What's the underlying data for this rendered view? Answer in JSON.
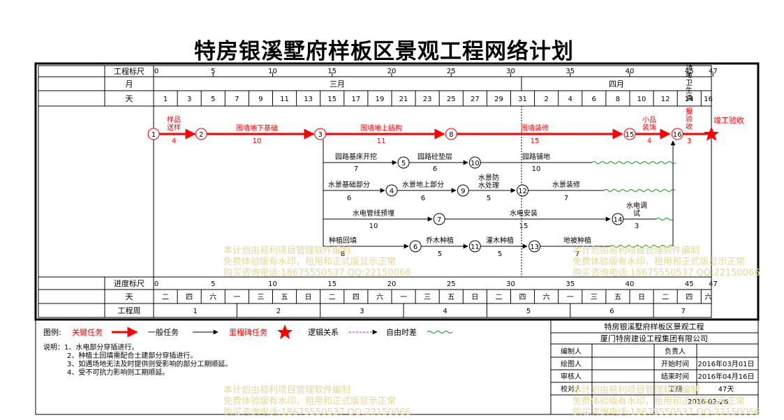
{
  "title": "特房银溪墅府样板区景观工程网络计划",
  "scale": {
    "row_labels": {
      "scale": "工程标尺",
      "month": "月",
      "day": "天",
      "progress": "进度标尺",
      "weekday": "天",
      "week": "工程周"
    },
    "ticks": [
      "0",
      "5",
      "10",
      "15",
      "20",
      "25",
      "30",
      "35",
      "40",
      "45",
      "47"
    ],
    "months": [
      "三月",
      "四月"
    ],
    "days": [
      "1",
      "3",
      "5",
      "7",
      "9",
      "11",
      "13",
      "15",
      "17",
      "19",
      "21",
      "23",
      "25",
      "27",
      "29",
      "31",
      "2",
      "4",
      "6",
      "8",
      "10",
      "12",
      "14",
      "16"
    ],
    "weekdays": [
      "二",
      "四",
      "六",
      "一",
      "三",
      "五",
      "日",
      "二",
      "四",
      "六",
      "一",
      "三",
      "五",
      "日",
      "二",
      "四",
      "六",
      "一",
      "三",
      "五",
      "日",
      "二",
      "四",
      "六"
    ],
    "weeks": [
      "1",
      "2",
      "3",
      "4",
      "5",
      "6",
      "7"
    ]
  },
  "nodes": [
    "1",
    "2",
    "3",
    "4",
    "5",
    "6",
    "7",
    "8",
    "9",
    "10",
    "11",
    "12",
    "13",
    "14",
    "15",
    "16"
  ],
  "tasks": [
    {
      "name": "样品送样",
      "dur": "4",
      "critical": true
    },
    {
      "name": "围墙地下基础",
      "dur": "10",
      "critical": true
    },
    {
      "name": "围墙地上结构",
      "dur": "11",
      "critical": true
    },
    {
      "name": "围墙装修",
      "dur": "15",
      "critical": true
    },
    {
      "name": "小品装饰",
      "dur": "4",
      "critical": true
    },
    {
      "name": "报验收",
      "dur": "3",
      "critical": true
    },
    {
      "name": "园路基床开挖",
      "dur": "7"
    },
    {
      "name": "园路砼垫层",
      "dur": "6"
    },
    {
      "name": "园路铺地",
      "dur": "10"
    },
    {
      "name": "水景基础部分",
      "dur": "6"
    },
    {
      "name": "水景地上部分",
      "dur": "6"
    },
    {
      "name": "水景防水处理",
      "dur": "5"
    },
    {
      "name": "水景装修",
      "dur": "7"
    },
    {
      "name": "水电管线预埋",
      "dur": "10"
    },
    {
      "name": "水电安装",
      "dur": "15"
    },
    {
      "name": "水电调试",
      "dur": "3"
    },
    {
      "name": "种植回填",
      "dur": "8"
    },
    {
      "name": "乔木种植",
      "dur": "5"
    },
    {
      "name": "灌木种植",
      "dur": "5"
    },
    {
      "name": "地被种植",
      "dur": "7"
    },
    {
      "name": "场地卫生清",
      "dur": ""
    }
  ],
  "milestone": "竣工验收",
  "legend": {
    "label": "图例:",
    "critical": "关键任务",
    "normal": "一般任务",
    "milestone": "里程碑任务",
    "logic": "逻辑关系",
    "float": "自由时差"
  },
  "notes": [
    "说明：1、水电部分穿插进行。",
    "2、种植土回填需配合土建部分穿插进行。",
    "3、如遇场地无法及时提供则受影响的部分工期顺延。",
    "4、受不可抗力影响则工期顺延。"
  ],
  "info": {
    "project": "特房银溪墅府样板区景观工程",
    "company": "厦门特房建设工程集团有限公司",
    "rows": [
      [
        "编制人",
        "",
        "负责人",
        ""
      ],
      [
        "绘图人",
        "",
        "开始时间",
        "2016年03月01日"
      ],
      [
        "审核人",
        "",
        "结束时间",
        "2016年04月16日"
      ],
      [
        "校对人",
        "",
        "工期",
        "47天"
      ],
      [
        "",
        "",
        "",
        "2016-02-26"
      ]
    ]
  },
  "watermark": [
    "本计划由易利项目管理软件编制",
    "免费体验版有水印，租用和正式版显示正常",
    "购买咨询电话:18675550537 QQ:22150066"
  ],
  "colors": {
    "critical": "#ff0000",
    "normal": "#000000",
    "float": "#00a000",
    "logic": "#ff00ff",
    "watermark": "#e6d79a"
  }
}
